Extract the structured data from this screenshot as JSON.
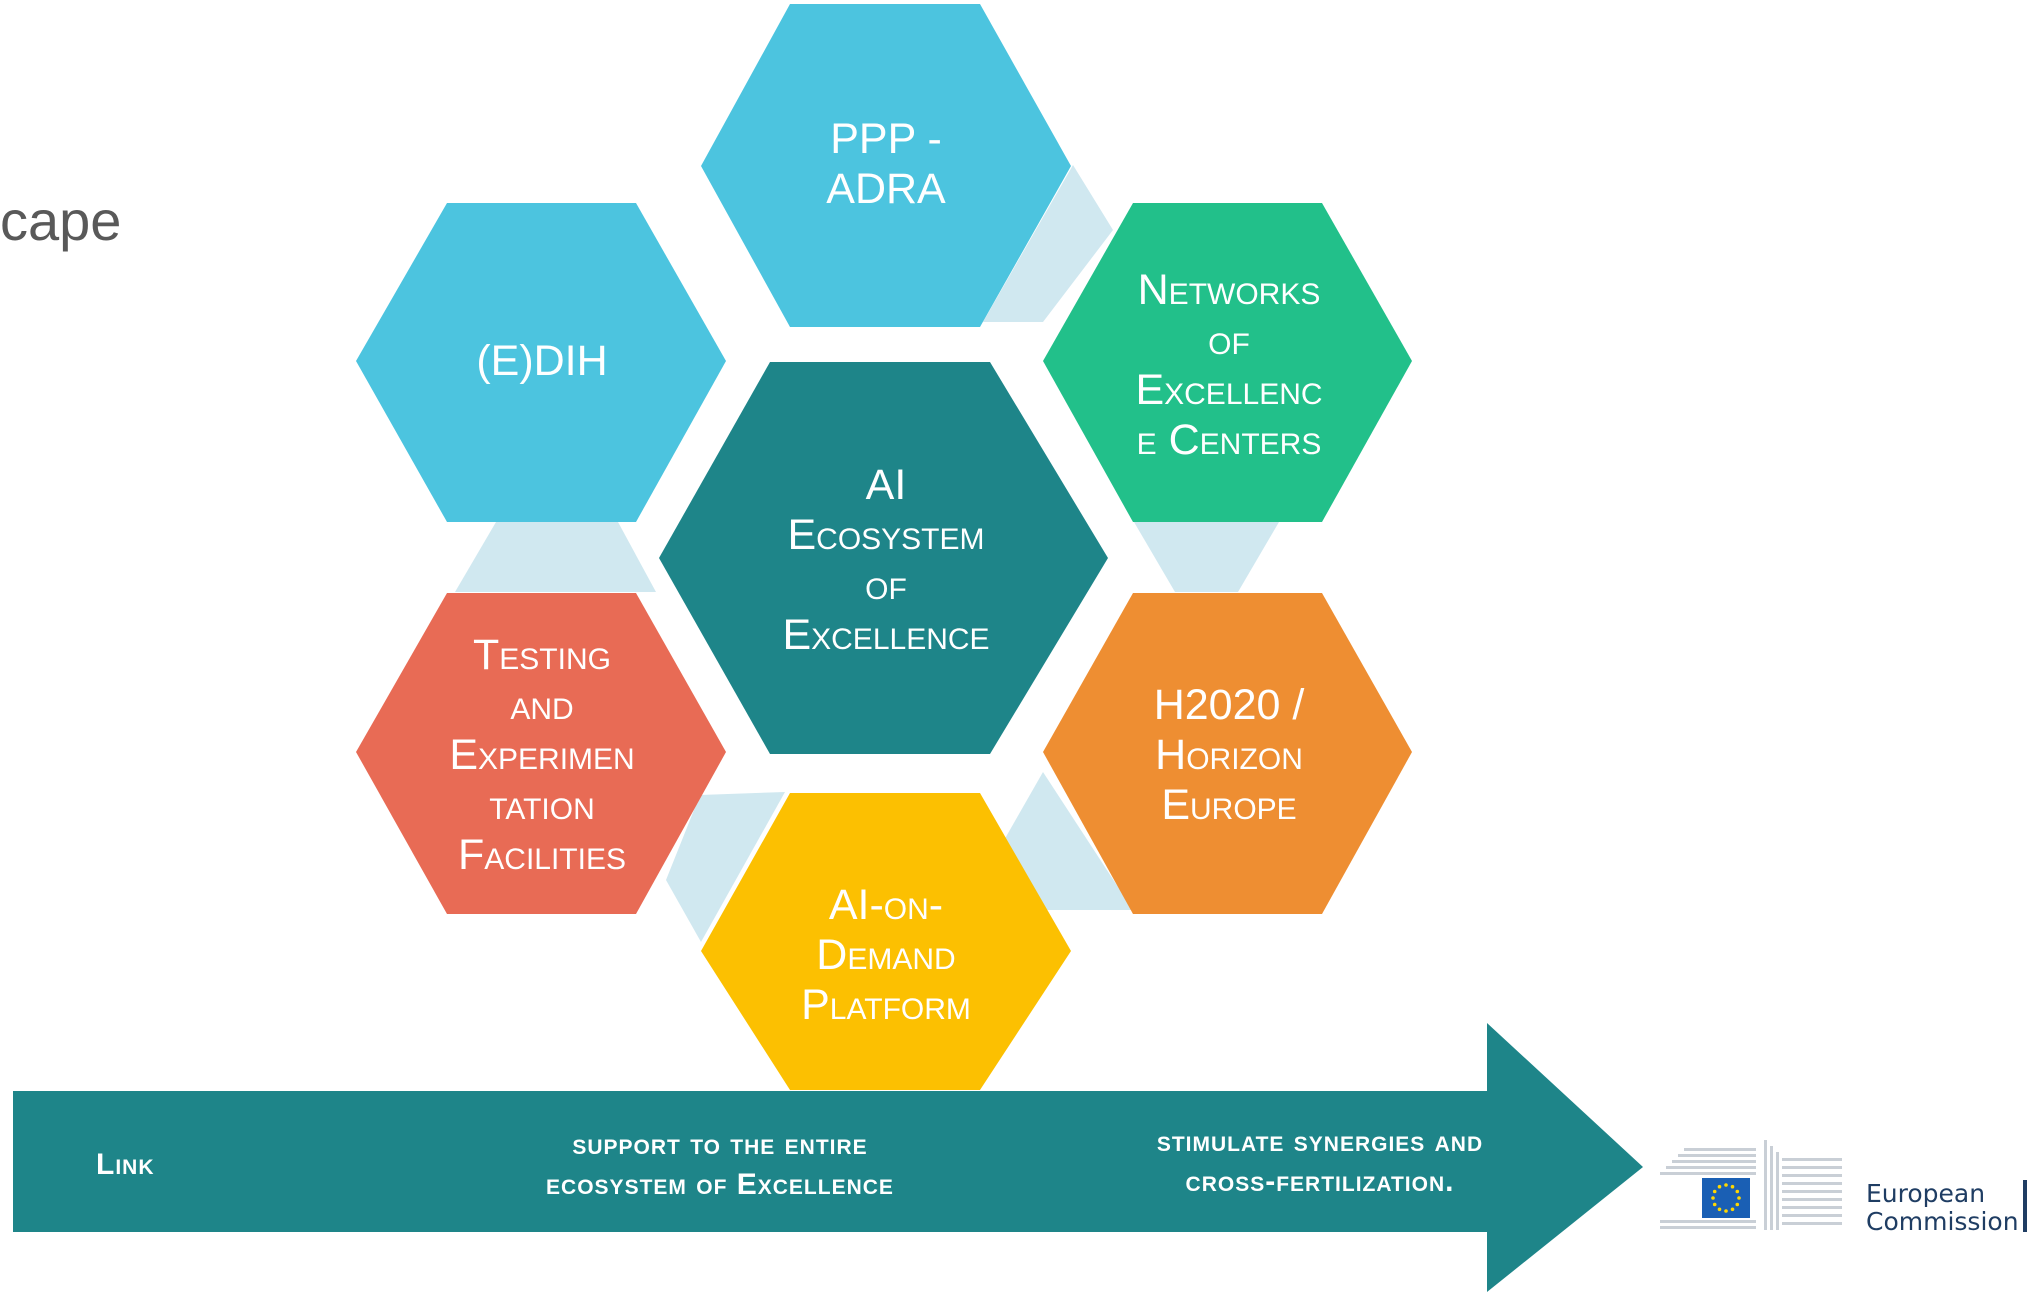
{
  "page": {
    "title_fragment_text": "cape"
  },
  "hexagons": [
    {
      "id": "ppp-adra",
      "lines": [
        "PPP -",
        "ADRA"
      ],
      "color": "#4cc4df"
    },
    {
      "id": "edih",
      "lines": [
        "(E)DIH"
      ],
      "color": "#4cc4df"
    },
    {
      "id": "networks",
      "lines": [
        "Networks",
        "of",
        "Excellenc",
        "e Centers"
      ],
      "color": "#22c08a"
    },
    {
      "id": "ai-ecosystem",
      "lines": [
        "AI",
        "Ecosystem",
        "of",
        "Excellence"
      ],
      "color": "#1e8589"
    },
    {
      "id": "testing",
      "lines": [
        "Testing",
        "and",
        "Experimen",
        "tation",
        "Facilities"
      ],
      "color": "#e86b55"
    },
    {
      "id": "h2020",
      "lines": [
        "H2020 /",
        "Horizon",
        "Europe"
      ],
      "color": "#ee8e32"
    },
    {
      "id": "ai-on-demand",
      "lines": [
        "AI-on-",
        "Demand",
        "Platform"
      ],
      "color": "#fcc001"
    }
  ],
  "connector_color": "#d0e8f0",
  "arrow": {
    "color": "#1e8589",
    "labels": [
      {
        "id": "link",
        "lines": [
          "Link"
        ]
      },
      {
        "id": "support",
        "lines": [
          "support to the entire",
          "ecosystem of Excellence"
        ]
      },
      {
        "id": "stimulate",
        "lines": [
          "stimulate synergies and",
          "cross-fertilization."
        ]
      }
    ]
  },
  "logo": {
    "line1": "European",
    "line2": "Commission",
    "flag_color": "#1a5fb4",
    "star_color": "#ffd700"
  }
}
